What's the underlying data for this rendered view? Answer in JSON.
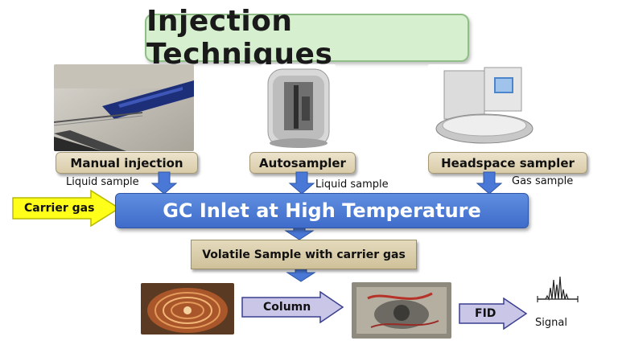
{
  "title": "Injection Techniques",
  "sources": [
    {
      "label": "Manual injection",
      "sample": "Liquid sample"
    },
    {
      "label": "Autosampler",
      "sample": "Liquid sample"
    },
    {
      "label": "Headspace sampler",
      "sample": "Gas sample"
    }
  ],
  "carrier_gas_label": "Carrier gas",
  "inlet_label": "GC Inlet at High Temperature",
  "volatile_label": "Volatile Sample with carrier gas",
  "column_label": "Column",
  "detector_label": "FID",
  "signal_label": "Signal",
  "colors": {
    "title_bg": "#d6efcf",
    "inlet_blue": "#4a78d6",
    "arrow_blue": "#4a78d6",
    "tan": "#ddd2b3",
    "carrier_yellow": "#ffff1a",
    "arrow_lavender": "#c9c6e8"
  }
}
